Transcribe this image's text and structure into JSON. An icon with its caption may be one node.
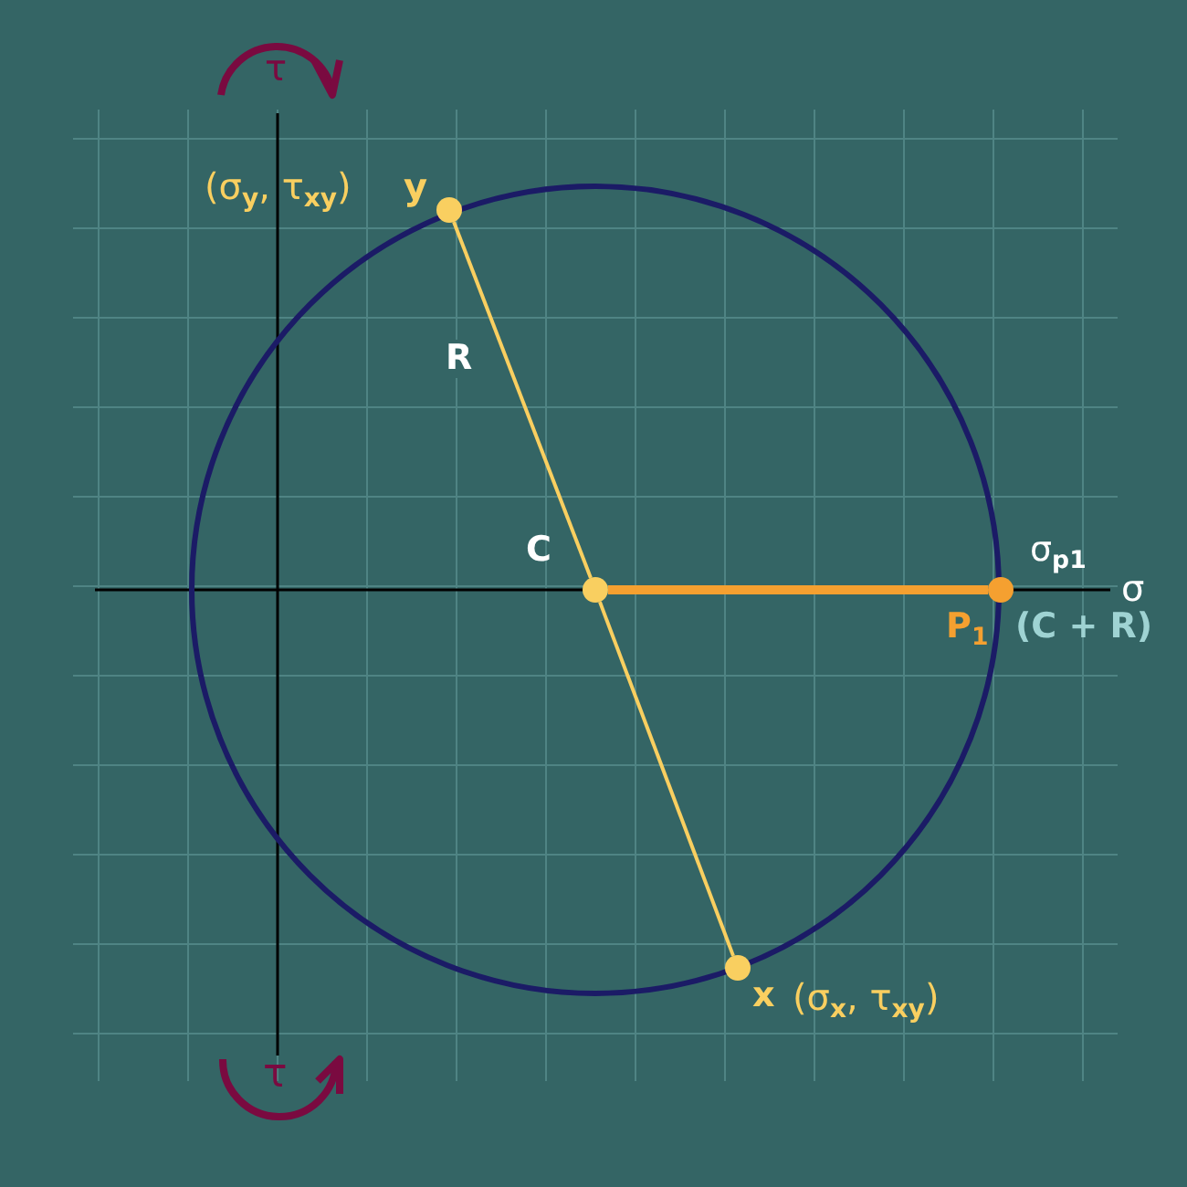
{
  "diagram": {
    "nodes": [
      {
        "text": [],
        "shape": "circle",
        "beside": [
          "(σ$_{y}$, τ$_{xy}$)",
          "y"
        ]
      },
      {
        "text": [],
        "shape": "circle",
        "beside": [
          "C"
        ]
      },
      {
        "text": [],
        "shape": "circle",
        "beside": [
          "x",
          "(σ$_{x}$, τ$_{xy}$)"
        ]
      },
      {
        "text": [],
        "shape": "circle",
        "beside": [
          "σ$_{p1}$",
          "P$_{1}$",
          "(C + R)"
        ]
      }
    ],
    "edges": [
      {
        "from": 0,
        "to": 1,
        "arrow": "none",
        "label": "R"
      },
      {
        "from": 1,
        "to": 2,
        "arrow": "none"
      },
      {
        "from": 1,
        "to": 3,
        "arrow": "none",
        "style": "thick",
        "color": "#f5a030"
      }
    ],
    "labels": [
      "τ",
      "σ",
      "τ"
    ]
  }
}
